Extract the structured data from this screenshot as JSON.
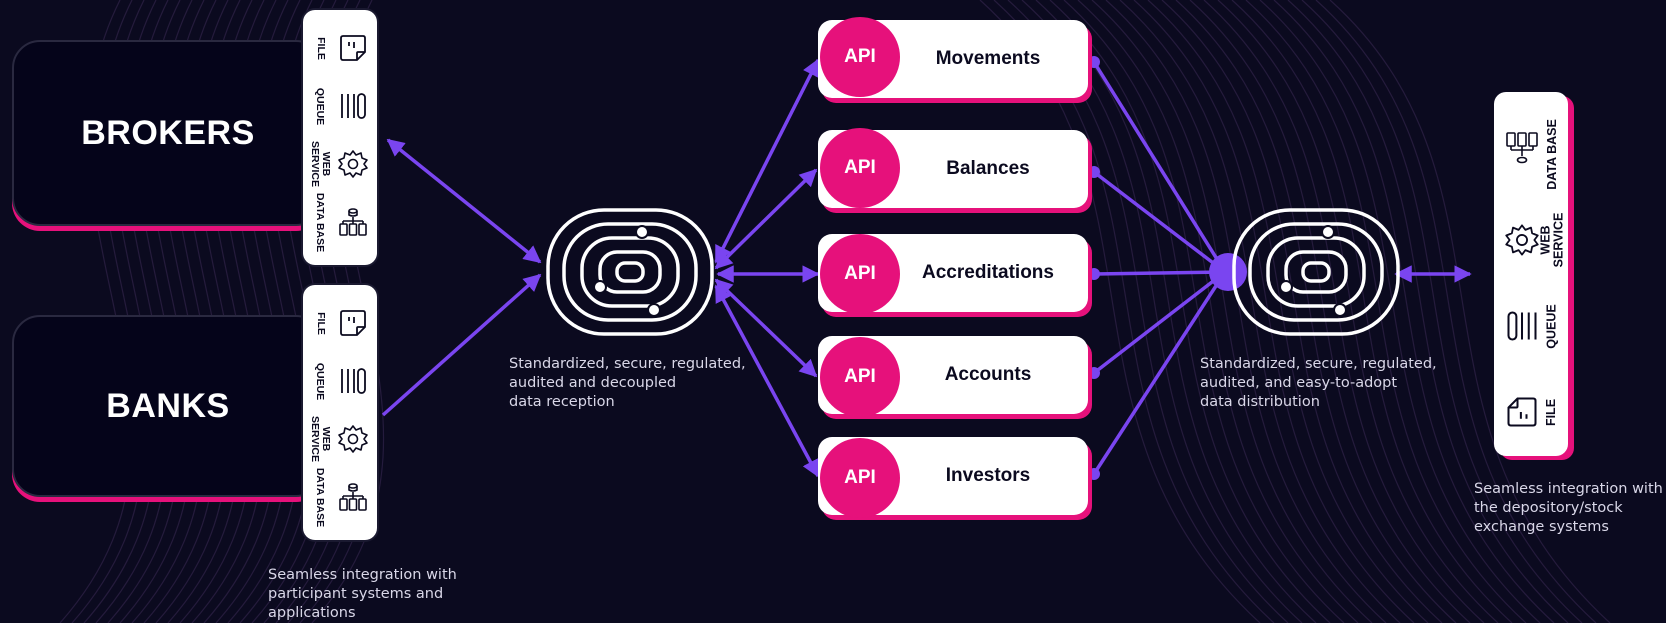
{
  "colors": {
    "background": "#0b0a1f",
    "accent_pink": "#e6117b",
    "accent_purple": "#7a45f0",
    "card_white": "#ffffff"
  },
  "participants": [
    {
      "label": "BROKERS"
    },
    {
      "label": "BANKS"
    }
  ],
  "channels": [
    {
      "label": "FILE",
      "icon": "file-icon"
    },
    {
      "label": "QUEUE",
      "icon": "queue-icon"
    },
    {
      "label": "WEB\nSERVICE",
      "icon": "gear-icon"
    },
    {
      "label": "DATA BASE",
      "icon": "database-icon"
    }
  ],
  "hub_icon": "fingerprint-hub-icon",
  "api_badge": "API",
  "apis": [
    {
      "name": "Movements"
    },
    {
      "name": "Balances"
    },
    {
      "name": "Accreditations"
    },
    {
      "name": "Accounts"
    },
    {
      "name": "Investors"
    }
  ],
  "captions": {
    "reception": [
      "Standardized, secure, regulated,",
      "audited and decoupled",
      "data reception"
    ],
    "distribution": [
      "Standardized, secure, regulated,",
      "audited, and easy-to-adopt",
      "data distribution"
    ],
    "participants": [
      "Seamless integration with",
      "participant systems and",
      "applications"
    ],
    "exchange": [
      "Seamless integration with",
      "the depository/stock",
      "exchange systems"
    ]
  }
}
